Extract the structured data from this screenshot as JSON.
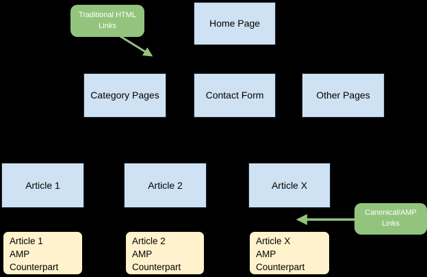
{
  "colors": {
    "background": "#000000",
    "node_blue_fill": "#cfe2f3",
    "node_blue_border": "#1c2b3a",
    "node_yellow_fill": "#fff2cc",
    "node_yellow_border": "#000000",
    "callout_green": "#93c47e",
    "callout_text": "#ffffff",
    "node_text": "#000000"
  },
  "nodes": {
    "home_page": "Home Page",
    "category_pages": "Category Pages",
    "contact_form": "Contact Form",
    "other_pages": "Other Pages",
    "article_1": "Article 1",
    "article_2": "Article 2",
    "article_x": "Article X",
    "article_1_amp": "Article 1\nAMP\nCounterpart",
    "article_2_amp": "Article 2\nAMP\nCounterpart",
    "article_x_amp": "Article X\nAMP\nCounterpart"
  },
  "callouts": {
    "traditional_html_links": "Traditional HTML Links",
    "canonical_amp_links": "Canonical/AMP Links"
  }
}
